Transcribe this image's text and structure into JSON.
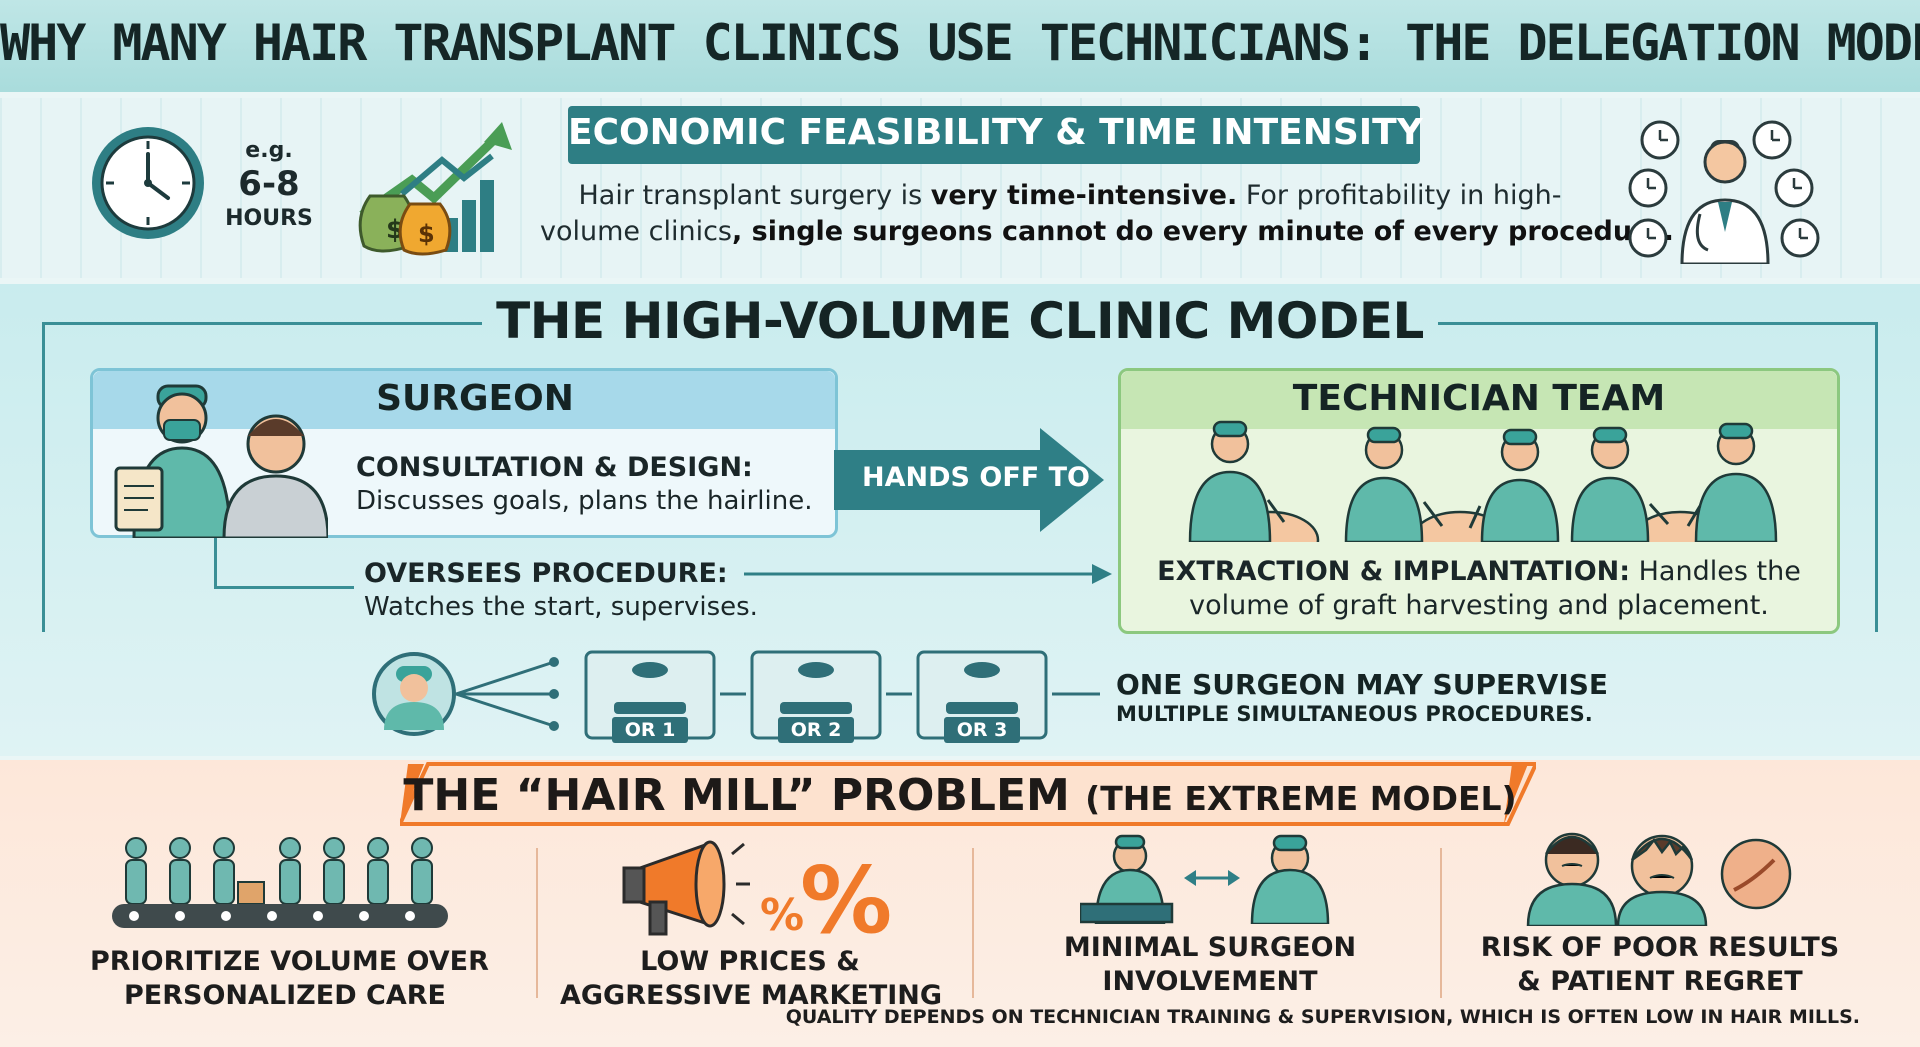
{
  "title": "WHY MANY HAIR TRANSPLANT CLINICS USE TECHNICIANS: THE DELEGATION MODEL",
  "economic": {
    "heading": "ECONOMIC FEASIBILITY & TIME INTENSITY",
    "eg": "e.g.",
    "hours_value": "6-8",
    "hours_label": "HOURS",
    "line1_a": "Hair transplant surgery is ",
    "line1_b": "very time-intensive.",
    "line1_c": " For profitability in high-",
    "line2_a": "volume clinics",
    "line2_b": ", single surgeons cannot do every minute of every procedure."
  },
  "model": {
    "title": "THE HIGH-VOLUME CLINIC MODEL",
    "surgeon": {
      "title": "SURGEON",
      "consult_label": "CONSULTATION & DESIGN:",
      "consult_text": "Discusses goals, plans the hairline."
    },
    "handoff_label": "HANDS OFF TO",
    "technician": {
      "title": "TECHNICIAN TEAM",
      "extract_label": "EXTRACTION & IMPLANTATION:",
      "extract_text_a": " Handles the",
      "extract_text_b": "volume of graft harvesting and placement."
    },
    "oversee": {
      "label": "OVERSEES PROCEDURE:",
      "text": "Watches the start, supervises."
    },
    "rooms": [
      {
        "label": "OR 1",
        "tag": "OR 1"
      },
      {
        "label": "OR 2",
        "tag": "OR 2"
      },
      {
        "label": "OR 3",
        "tag": "OR 3"
      }
    ],
    "multi_line1": "ONE SURGEON MAY SUPERVISE",
    "multi_line2": "MULTIPLE SIMULTANEOUS PROCEDURES."
  },
  "hair_mill": {
    "title": "THE “HAIR MILL” PROBLEM",
    "subtitle": "(THE EXTREME MODEL)",
    "items": [
      {
        "line1": "PRIORITIZE VOLUME OVER",
        "line2": "PERSONALIZED CARE"
      },
      {
        "line1": "LOW PRICES &",
        "line2": "AGGRESSIVE MARKETING"
      },
      {
        "line1": "MINIMAL SURGEON",
        "line2": "INVOLVEMENT"
      },
      {
        "line1": "RISK OF POOR RESULTS",
        "line2": "& PATIENT REGRET"
      }
    ],
    "footer": "QUALITY DEPENDS ON TECHNICIAN TRAINING & SUPERVISION, WHICH IS OFTEN LOW IN HAIR MILLS."
  },
  "icons": {
    "clock": "clock-icon",
    "money_growth": "money-bag-growth-icon",
    "doctor_clocks": "doctor-with-clocks-icon",
    "surgeon_patient": "surgeon-with-patient-icon",
    "technicians": "technician-team-icon",
    "or_room": "operating-room-icon",
    "conveyor": "conveyor-belt-people-icon",
    "megaphone": "megaphone-percent-icon",
    "minimal_surgeon": "surgeon-technician-swap-icon",
    "regret": "sad-patient-scar-icon"
  },
  "colors": {
    "teal_dark": "#2e7e84",
    "teal_light": "#a9dcdc",
    "surgeon_blue": "#a7d9ea",
    "tech_green": "#c6e6b4",
    "mill_orange": "#f07a2a"
  }
}
